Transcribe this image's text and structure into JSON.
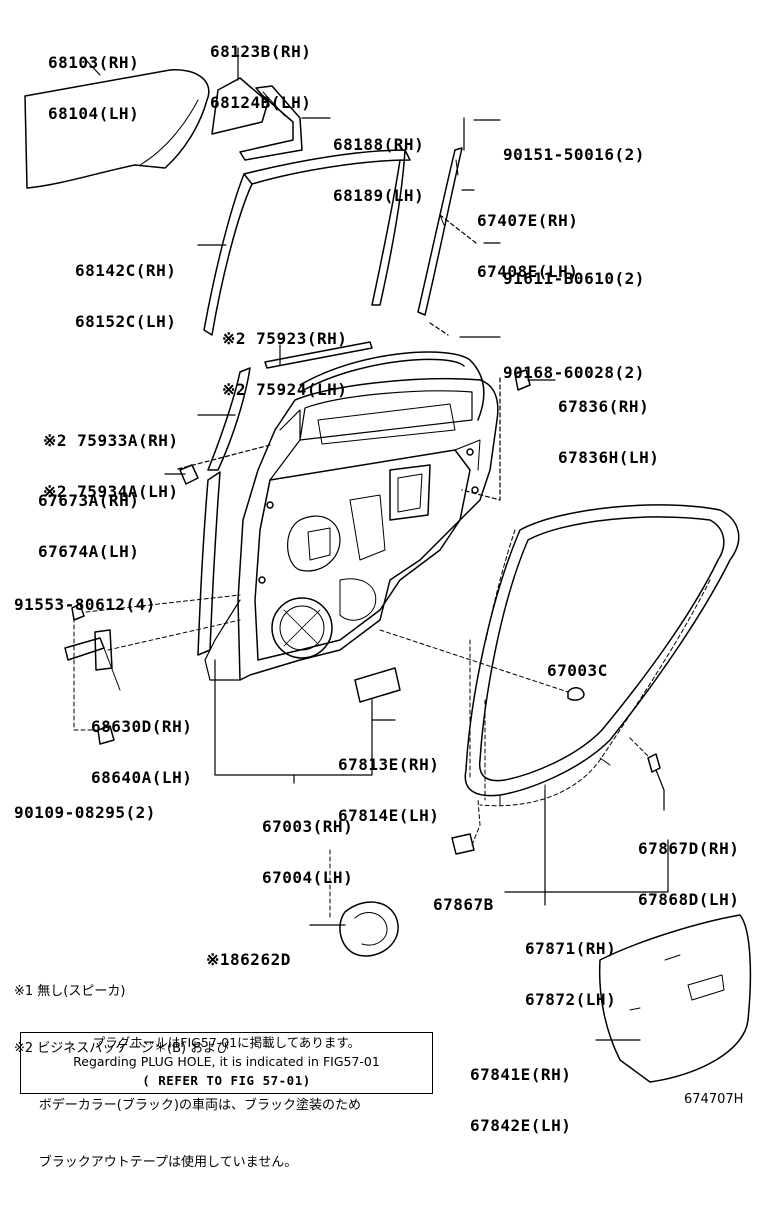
{
  "parts": [
    {
      "id": "68103-68104",
      "lines": [
        "68103(RH)",
        "68104(LH)"
      ]
    },
    {
      "id": "68123b-68124b",
      "lines": [
        "68123B(RH)",
        "68124B(LH)"
      ]
    },
    {
      "id": "68188-68189",
      "lines": [
        "68188(RH)",
        "68189(LH)"
      ]
    },
    {
      "id": "90151",
      "lines": [
        "90151-50016(2)"
      ]
    },
    {
      "id": "67407e-67408e",
      "lines": [
        "67407E(RH)",
        "67408E(LH)"
      ]
    },
    {
      "id": "68142c-68152c",
      "lines": [
        "68142C(RH)",
        "68152C(LH)"
      ]
    },
    {
      "id": "91611",
      "lines": [
        "91611-B0610(2)"
      ]
    },
    {
      "id": "75923-75924",
      "lines": [
        "※2 75923(RH)",
        "※2 75924(LH)"
      ]
    },
    {
      "id": "90168",
      "lines": [
        "90168-60028(2)"
      ]
    },
    {
      "id": "67836-67836h",
      "lines": [
        "67836(RH)",
        "67836H(LH)"
      ]
    },
    {
      "id": "75933a-75934a",
      "lines": [
        "※2 75933A(RH)",
        "※2 75934A(LH)"
      ]
    },
    {
      "id": "67673a-67674a",
      "lines": [
        "67673A(RH)",
        "67674A(LH)"
      ]
    },
    {
      "id": "91553",
      "lines": [
        "91553-80612(4)"
      ]
    },
    {
      "id": "67003c",
      "lines": [
        "67003C"
      ]
    },
    {
      "id": "68630d-68640a",
      "lines": [
        "68630D(RH)",
        "68640A(LH)"
      ]
    },
    {
      "id": "67813e-67814e",
      "lines": [
        "67813E(RH)",
        "67814E(LH)"
      ]
    },
    {
      "id": "90109",
      "lines": [
        "90109-08295(2)"
      ]
    },
    {
      "id": "67003-67004",
      "lines": [
        "67003(RH)",
        "67004(LH)"
      ]
    },
    {
      "id": "67867d-67868d",
      "lines": [
        "67867D(RH)",
        "67868D(LH)"
      ]
    },
    {
      "id": "67867b",
      "lines": [
        "67867B"
      ]
    },
    {
      "id": "86262d",
      "lines": [
        "※186262D"
      ]
    },
    {
      "id": "67871-67872",
      "lines": [
        "67871(RH)",
        "67872(LH)"
      ]
    },
    {
      "id": "67841e-67842e",
      "lines": [
        "67841E(RH)",
        "67842E(LH)"
      ]
    }
  ],
  "notes": [
    "※1 無し(スピーカ)",
    "※2 ビジネスパッケージ＊(B) および",
    "      ボデーカラー(ブラック)の車両は、ブラック塗装のため",
    "      ブラックアウトテープは使用していません。"
  ],
  "plug_hole_box": [
    "プラグホールはFIG57-01に掲載してあります。",
    "Regarding PLUG HOLE, it is indicated in FIG57-01",
    "( REFER TO FIG 57-01)"
  ],
  "figure_id": "674707H"
}
